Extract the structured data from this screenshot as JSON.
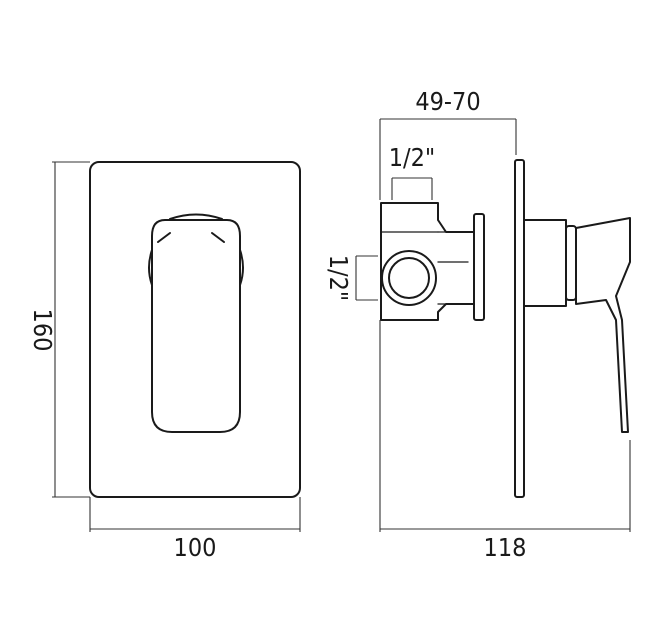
{
  "dimensions": {
    "front_height": "160",
    "front_width": "100",
    "side_depth_range": "49-70",
    "side_total_depth": "118",
    "top_inlet_size": "1/2\"",
    "side_inlet_size": "1/2\""
  },
  "colors": {
    "line": "#1a1a1a",
    "background": "#ffffff"
  }
}
